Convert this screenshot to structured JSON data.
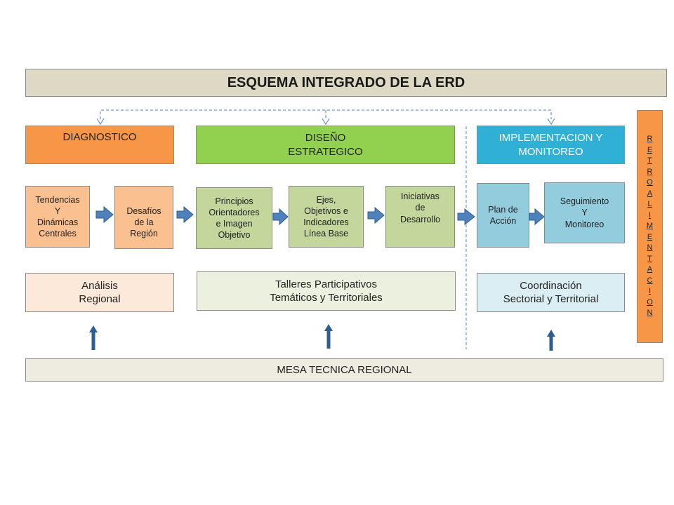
{
  "title": "ESQUEMA INTEGRADO DE LA ERD",
  "phases": {
    "diagnostico": "DIAGNOSTICO",
    "diseno_line1": "DISEÑO",
    "diseno_line2": "ESTRATEGICO",
    "implementacion_line1": "IMPLEMENTACION Y",
    "implementacion_line2": "MONITOREO"
  },
  "steps": {
    "tendencias": [
      "Tendencias",
      "Y",
      "Dinámicas",
      "Centrales"
    ],
    "desafios": [
      "Desafíos",
      "de la",
      "Región"
    ],
    "principios": [
      "Principios",
      "Orientadores",
      "e Imagen",
      "Objetivo"
    ],
    "ejes": [
      "Ejes,",
      "Objetivos  e",
      "Indicadores",
      "Línea Base"
    ],
    "iniciativas": [
      "Iniciativas",
      "de",
      "Desarrollo"
    ],
    "plan": [
      "Plan de",
      "Acción"
    ],
    "seguimiento": [
      "Seguimiento",
      "Y",
      "Monitoreo"
    ]
  },
  "methods": {
    "analisis": [
      "Análisis",
      "Regional"
    ],
    "talleres": [
      "Talleres  Participativos",
      "Temáticos y Territoriales"
    ],
    "coordinacion": [
      "Coordinación",
      "Sectorial y Territorial"
    ]
  },
  "mesa": "MESA TECNICA REGIONAL",
  "retroalimentacion": [
    "R",
    "E",
    "T",
    "R",
    "O",
    "A",
    "L",
    "I",
    "M",
    "E",
    "N",
    "T",
    "A",
    "C",
    "I",
    "O",
    "N"
  ],
  "colors": {
    "diagnostico": "#f79646",
    "diseno": "#92d050",
    "implementacion": "#31b0d5",
    "arrow": "#4f81bd",
    "dashed": "#4f81bd"
  }
}
